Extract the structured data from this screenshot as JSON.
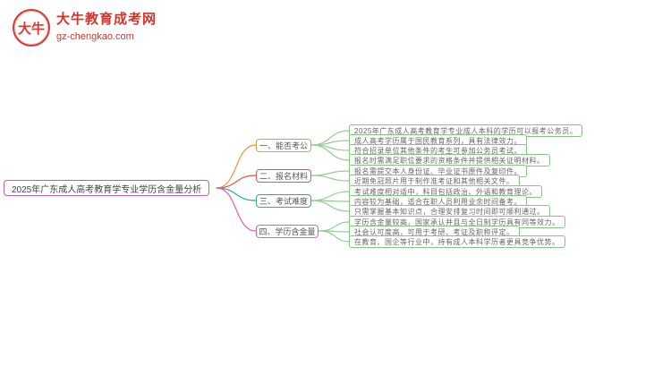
{
  "logo": {
    "seal_text": "大牛",
    "site_name": "大牛教育成考网",
    "site_url": "gz-chengkao.com",
    "brand_color": "#d4342c"
  },
  "colors": {
    "root_border": "#b75fc2",
    "branch1": "#e39a3b",
    "branch2": "#e05555",
    "branch3": "#2fa8a0",
    "branch4": "#e75ca8",
    "leaf_border": "#85c585",
    "leaf_line": "#97cb97"
  },
  "mindmap": {
    "root": {
      "text": "2025年广东成人高考教育学专业学历含金量分析"
    },
    "branches": [
      {
        "label": "一、能否考公",
        "color": "#e39a3b",
        "leaves": [
          "2025年广东成人高考教育学专业成人本科的学历可以报考公务员。",
          "成人高考学历属于国民教育系列，具有法律效力。",
          "符合招录单位其他条件的考生可参加公务员考试。",
          "报名时需满足职位要求的资格条件并提供相关证明材料。"
        ]
      },
      {
        "label": "二、报名材料",
        "color": "#e05555",
        "leaves": [
          "报名需提交本人身份证、毕业证书原件及复印件。",
          "近期免冠照片用于制作准考证和其他相关文件。"
        ]
      },
      {
        "label": "三、考试难度",
        "color": "#2fa8a0",
        "leaves": [
          "考试难度相对适中，科目包括政治、外语和教育理论。",
          "内容较为基础，适合在职人员利用业余时间备考。",
          "只需掌握基本知识点，合理安排复习时间即可顺利通过。"
        ]
      },
      {
        "label": "四、学历含金量",
        "color": "#e75ca8",
        "leaves": [
          "学历含金量较高，国家承认并且与全日制学历具有同等效力。",
          "社会认可度高，可用于考研、考证及职称评定。",
          "在教育、国企等行业中，持有成人本科学历者更具竞争优势。"
        ]
      }
    ]
  }
}
